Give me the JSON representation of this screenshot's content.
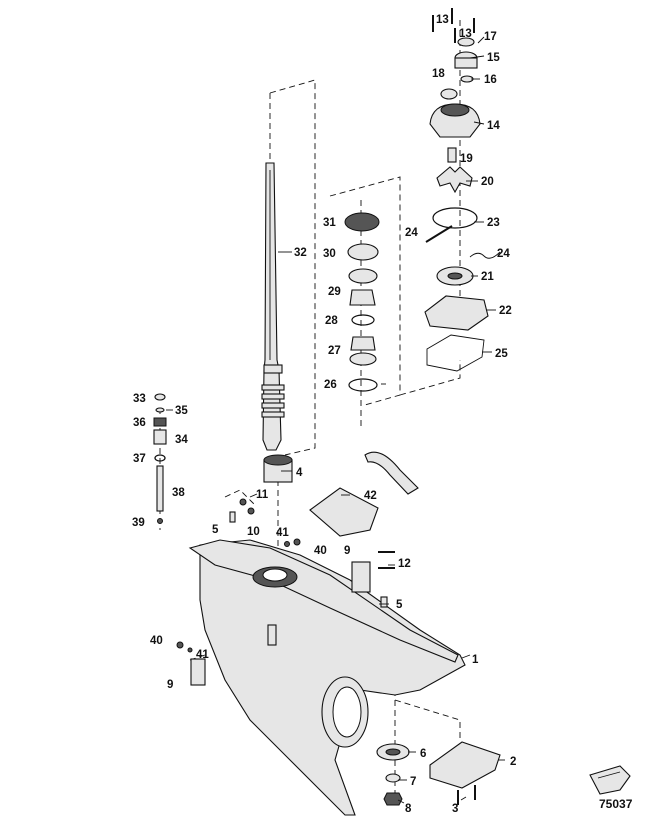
{
  "labels": {
    "p1": "1",
    "p2": "2",
    "p3": "3",
    "p4": "4",
    "p5a": "5",
    "p5b": "5",
    "p6": "6",
    "p7": "7",
    "p8": "8",
    "p9a": "9",
    "p9b": "9",
    "p10": "10",
    "p11": "11",
    "p12": "12",
    "p13a": "13",
    "p13b": "13",
    "p14": "14",
    "p15": "15",
    "p16": "16",
    "p17": "17",
    "p18": "18",
    "p19": "19",
    "p20": "20",
    "p21": "21",
    "p22": "22",
    "p23": "23",
    "p24a": "24",
    "p24b": "24",
    "p25": "25",
    "p26": "26",
    "p27": "27",
    "p28": "28",
    "p29": "29",
    "p30": "30",
    "p31": "31",
    "p32": "32",
    "p33": "33",
    "p34": "34",
    "p35": "35",
    "p36": "36",
    "p37": "37",
    "p38": "38",
    "p39": "39",
    "p40a": "40",
    "p40b": "40",
    "p41a": "41",
    "p41b": "41",
    "p42": "42"
  },
  "figure_number": "75037"
}
